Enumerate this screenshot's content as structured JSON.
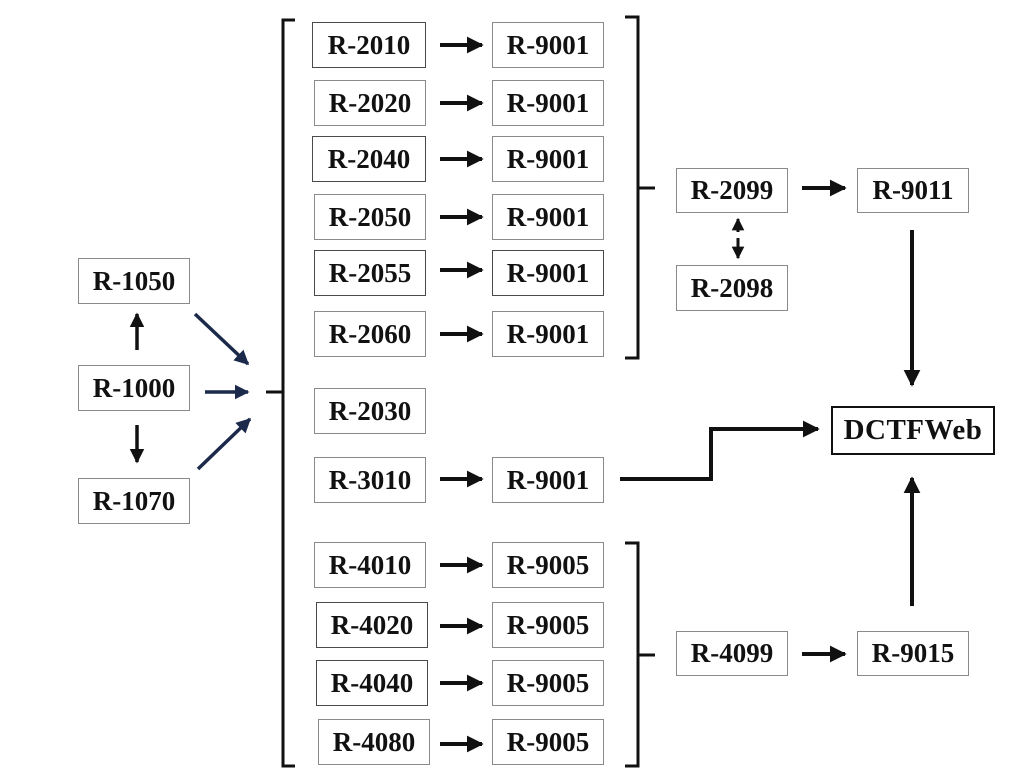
{
  "diagram": {
    "colors": {
      "stroke": "#111111",
      "navy": "#1b2a4a",
      "box_border": "#8a8a8a"
    },
    "nodes": {
      "r1050": "R-1050",
      "r1000": "R-1000",
      "r1070": "R-1070",
      "r2010": "R-2010",
      "r2020": "R-2020",
      "r2040": "R-2040",
      "r2050": "R-2050",
      "r2055": "R-2055",
      "r2060": "R-2060",
      "r2030": "R-2030",
      "r3010": "R-3010",
      "r4010": "R-4010",
      "r4020": "R-4020",
      "r4040": "R-4040",
      "r4080": "R-4080",
      "r9001_a": "R-9001",
      "r9001_b": "R-9001",
      "r9001_c": "R-9001",
      "r9001_d": "R-9001",
      "r9001_e": "R-9001",
      "r9001_f": "R-9001",
      "r9001_g": "R-9001",
      "r9005_a": "R-9005",
      "r9005_b": "R-9005",
      "r9005_c": "R-9005",
      "r9005_d": "R-9005",
      "r2099": "R-2099",
      "r2098": "R-2098",
      "r9011": "R-9011",
      "r4099": "R-4099",
      "r9015": "R-9015",
      "dctfweb": "DCTFWeb"
    }
  }
}
